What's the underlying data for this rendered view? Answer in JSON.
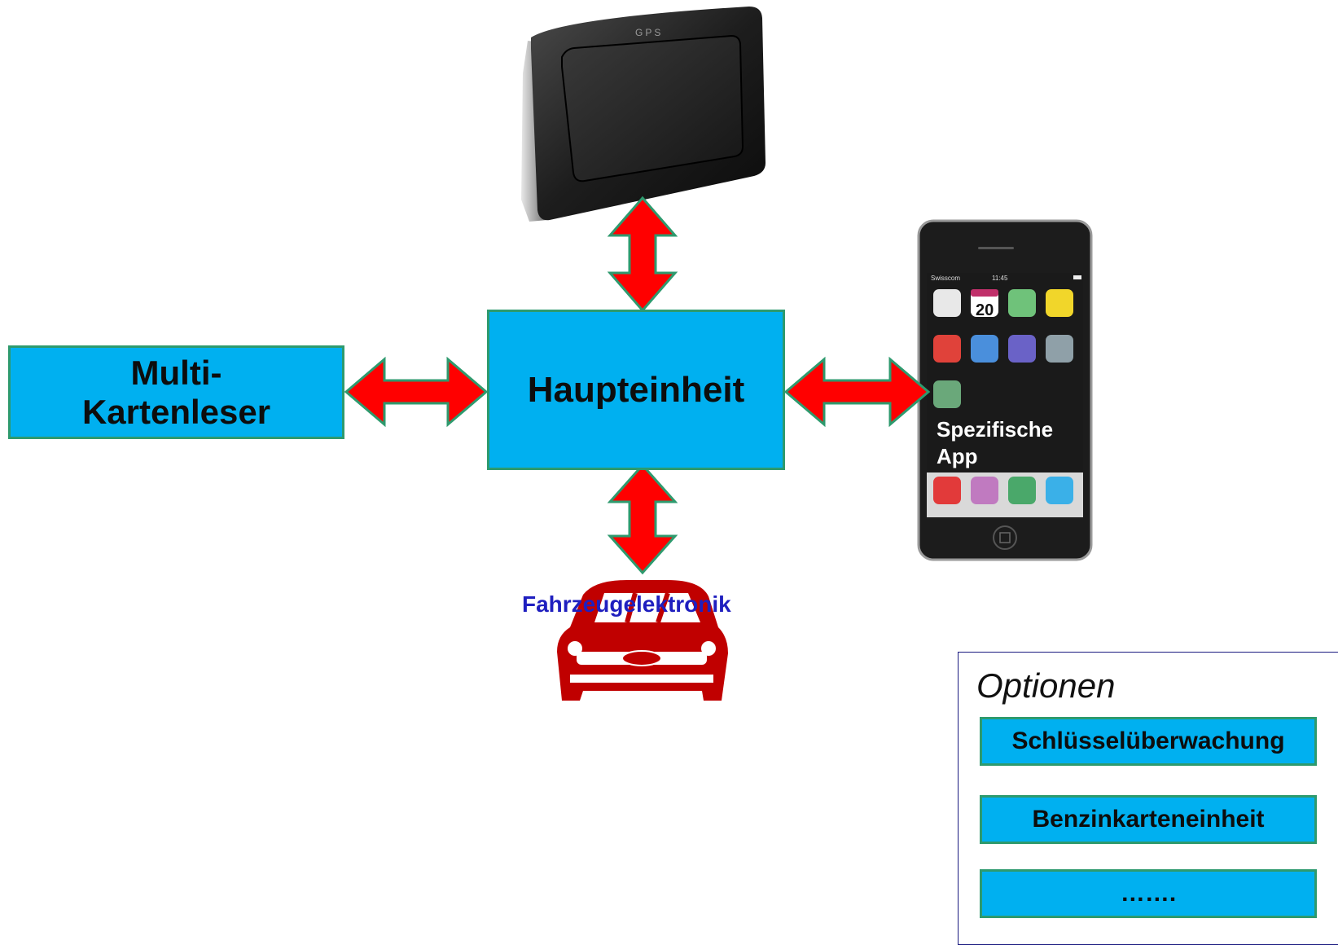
{
  "diagram": {
    "main_unit": {
      "label": "Haupteinheit"
    },
    "card_reader": {
      "label": "Multi-\nKartenleser"
    },
    "vehicle": {
      "label": "Fahrzeugelektronik"
    },
    "smartphone": {
      "app_label": "Spezifische\nApp",
      "status_carrier": "Swisscom",
      "status_time": "11:45",
      "calendar_day": "20"
    },
    "gps_device": {
      "label": "GPS"
    },
    "options": {
      "title": "Optionen",
      "items": [
        {
          "label": "Schlüsselüberwachung"
        },
        {
          "label": "Benzinkarteneinheit"
        },
        {
          "label": "……."
        }
      ]
    }
  },
  "colors": {
    "box_fill": "#00b0f0",
    "box_border": "#2e9a6e",
    "arrow_fill": "#ff0000",
    "arrow_stroke": "#2e9a6e",
    "car": "#c00000",
    "vehicle_label": "#1f1fbf"
  },
  "icons": [
    "gps-device-icon",
    "smartphone-icon",
    "car-icon",
    "double-arrow-icon"
  ]
}
